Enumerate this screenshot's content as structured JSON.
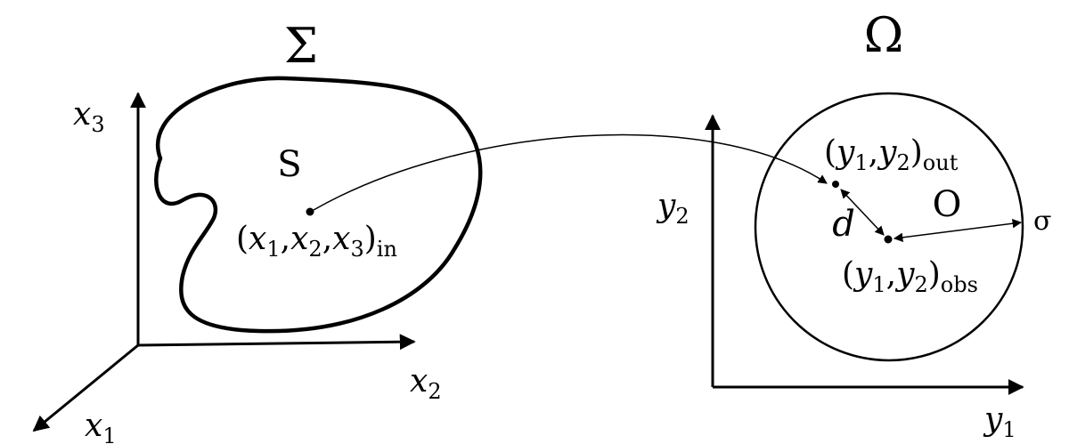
{
  "left_panel": {
    "space_symbol": "Σ",
    "region_label": "S",
    "axis_x1": {
      "var": "x",
      "sub": "1"
    },
    "axis_x2": {
      "var": "x",
      "sub": "2"
    },
    "axis_x3": {
      "var": "x",
      "sub": "3"
    },
    "point_label": {
      "open": "(",
      "v1": "x",
      "s1": "1",
      "c1": ",",
      "v2": "x",
      "s2": "2",
      "c2": ",",
      "v3": "x",
      "s3": "3",
      "close": ")",
      "sub": "in"
    }
  },
  "right_panel": {
    "space_symbol": "Ω",
    "region_label": "O",
    "axis_y1": {
      "var": "y",
      "sub": "1"
    },
    "axis_y2": {
      "var": "y",
      "sub": "2"
    },
    "out_label": {
      "open": "(",
      "v1": "y",
      "s1": "1",
      "c1": ",",
      "v2": "y",
      "s2": "2",
      "close": ")",
      "sub": "out"
    },
    "obs_label": {
      "open": "(",
      "v1": "y",
      "s1": "1",
      "c1": ",",
      "v2": "y",
      "s2": "2",
      "close": ")",
      "sub": "obs"
    },
    "distance_label": "d",
    "radius_label": "σ"
  },
  "colors": {
    "stroke": "#000000",
    "background": "#ffffff"
  }
}
